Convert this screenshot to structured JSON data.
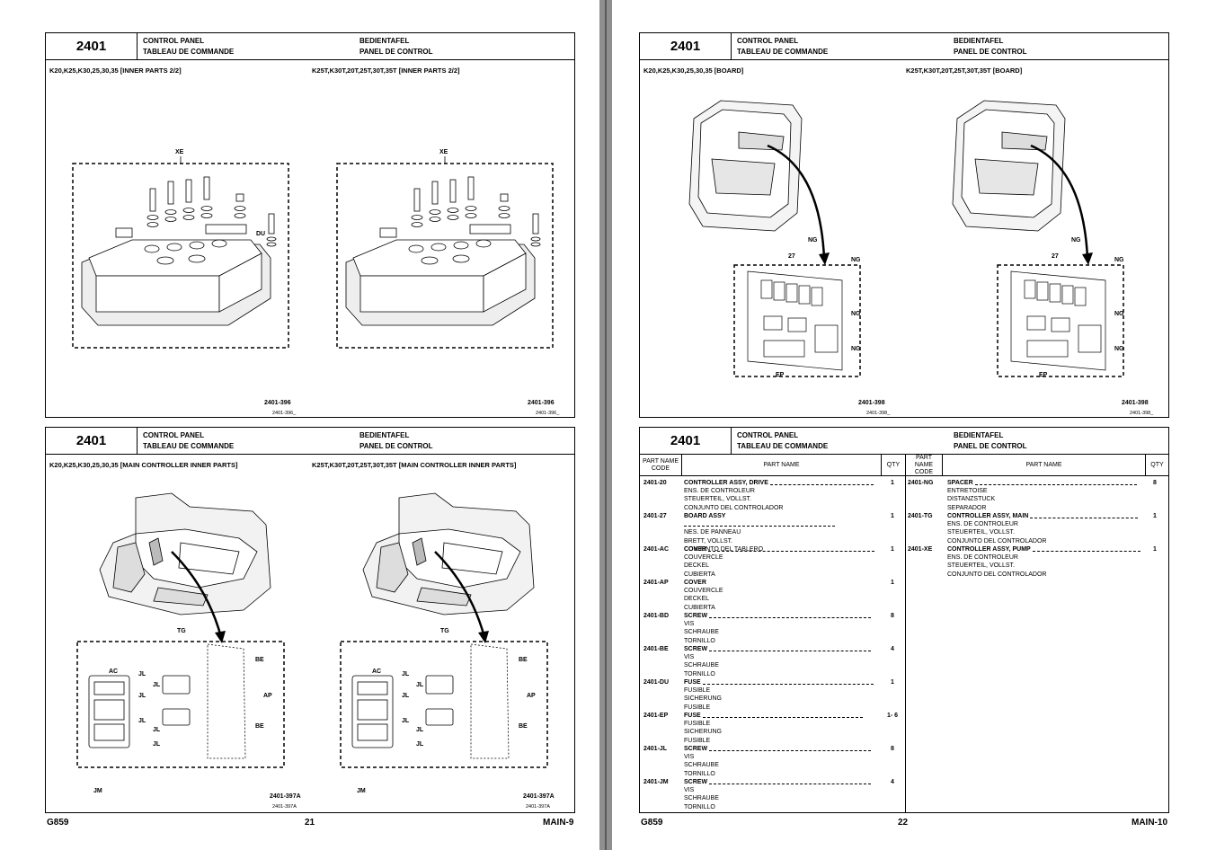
{
  "section": "2401",
  "titles": {
    "en": "CONTROL PANEL",
    "fr": "TABLEAU DE COMMANDE",
    "de": "BEDIENTAFEL",
    "es": "PANEL DE CONTROL"
  },
  "panels": {
    "top_left": {
      "left_sub": "K20,K25,K30,25,30,35 [INNER PARTS 2/2]",
      "right_sub": "K25T,K30T,20T,25T,30T,35T [INNER PARTS 2/2]",
      "callouts": [
        "XE",
        "DU"
      ],
      "fig_id": "2401-396",
      "fig_ref": "2401-396_"
    },
    "top_right": {
      "left_sub": "K20,K25,K30,25,30,35 [BOARD]",
      "right_sub": "K25T,K30T,20T,25T,30T,35T [BOARD]",
      "callouts": [
        "NG",
        "27",
        "NG",
        "NG",
        "NG",
        "EP"
      ],
      "fig_id": "2401-398",
      "fig_ref": "2401-398_"
    },
    "bottom_left": {
      "left_sub": "K20,K25,K30,25,30,35 [MAIN CONTROLLER INNER PARTS]",
      "right_sub": "K25T,K30T,20T,25T,30T,35T [MAIN CONTROLLER INNER PARTS]",
      "callouts": [
        "TG",
        "AC",
        "JL",
        "BE",
        "AP",
        "BE",
        "JM"
      ],
      "fig_id": "2401-397A",
      "fig_ref": "2401-397A"
    }
  },
  "parts_table": {
    "headers": {
      "code": "PART NAME CODE",
      "name": "PART NAME",
      "qty": "QTY"
    },
    "left_rows": [
      {
        "code": "2401-20",
        "name": "CONTROLLER ASSY, DRIVE",
        "alt": [
          "ENS. DE CONTROLEUR",
          "STEUERTEIL, VOLLST.",
          "CONJUNTO DEL CONTROLADOR"
        ],
        "qty": "1"
      },
      {
        "code": "2401-27",
        "name": "BOARD ASSY",
        "alt": [
          "NES. DE PANNEAU",
          "BRETT, VOLLST.",
          "CONJUNTO DEL TABLERO"
        ],
        "qty": "1"
      },
      {
        "code": "2401-AC",
        "name": "COVER",
        "alt": [
          "COUVERCLE",
          "DECKEL",
          "CUBIERTA"
        ],
        "qty": "1"
      },
      {
        "code": "2401-AP",
        "name": "COVER",
        "alt": [
          "COUVERCLE",
          "DECKEL",
          "CUBIERTA"
        ],
        "qty": "1"
      },
      {
        "code": "2401-BD",
        "name": "SCREW",
        "alt": [
          "VIS",
          "SCHRAUBE",
          "TORNILLO"
        ],
        "qty": "8"
      },
      {
        "code": "2401-BE",
        "name": "SCREW",
        "alt": [
          "VIS",
          "SCHRAUBE",
          "TORNILLO"
        ],
        "qty": "4"
      },
      {
        "code": "2401-DU",
        "name": "FUSE",
        "alt": [
          "FUSIBLE",
          "SICHERUNG",
          "FUSIBLE"
        ],
        "qty": "1"
      },
      {
        "code": "2401-EP",
        "name": "FUSE",
        "alt": [
          "FUSIBLE",
          "SICHERUNG",
          "FUSIBLE"
        ],
        "qty": "1- 6"
      },
      {
        "code": "2401-JL",
        "name": "SCREW",
        "alt": [
          "VIS",
          "SCHRAUBE",
          "TORNILLO"
        ],
        "qty": "8"
      },
      {
        "code": "2401-JM",
        "name": "SCREW",
        "alt": [
          "VIS",
          "SCHRAUBE",
          "TORNILLO"
        ],
        "qty": "4"
      }
    ],
    "right_rows": [
      {
        "code": "2401-NG",
        "name": "SPACER",
        "alt": [
          "ENTRETOISE",
          "DISTANZSTUCK",
          "SEPARADOR"
        ],
        "qty": "8"
      },
      {
        "code": "2401-TG",
        "name": "CONTROLLER ASSY, MAIN",
        "alt": [
          "ENS. DE CONTROLEUR",
          "STEUERTEIL, VOLLST.",
          "CONJUNTO DEL CONTROLADOR"
        ],
        "qty": "1"
      },
      {
        "code": "2401-XE",
        "name": "CONTROLLER ASSY, PUMP",
        "alt": [
          "ENS. DE CONTROLEUR",
          "STEUERTEIL, VOLLST.",
          "CONJUNTO DEL CONTROLADOR"
        ],
        "qty": "1"
      }
    ]
  },
  "footer": {
    "left_model": "G859",
    "left_page": "21",
    "left_ref": "MAIN-9",
    "right_model": "G859",
    "right_page": "22",
    "right_ref": "MAIN-10"
  }
}
